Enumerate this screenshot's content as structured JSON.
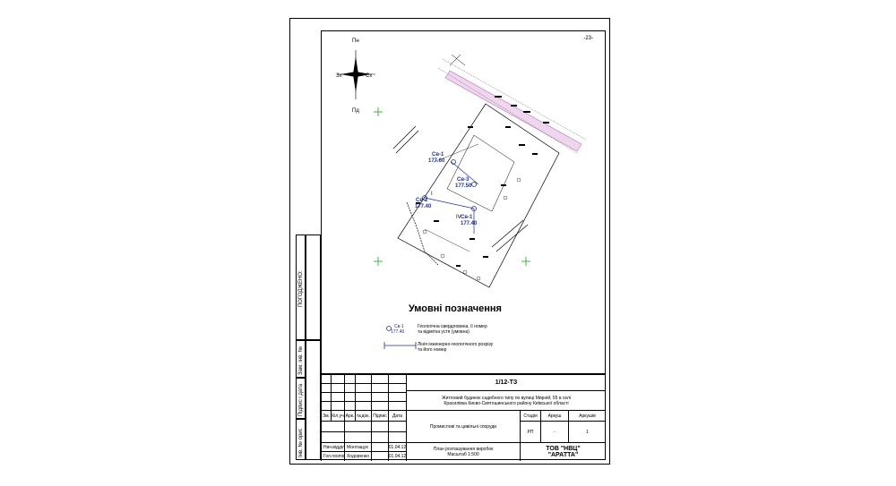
{
  "page_number": "-23-",
  "compass": {
    "north": "Пн",
    "south": "Пд",
    "west": "Зх",
    "east": "Сх"
  },
  "side_labels": {
    "agreed": "ПОГОДЖЕНО:",
    "inv_no": "Інв. № ориг.",
    "sign_date": "Підпис і дата",
    "replace_inv": "Зам. інв. №"
  },
  "boreholes": [
    {
      "label": "Св-1",
      "elev": "177.60"
    },
    {
      "label": "Св-3",
      "elev": "177.50"
    },
    {
      "label": "Св-2",
      "elev": "177.40"
    },
    {
      "label": "Св-1",
      "elev": "177.40"
    }
  ],
  "section_marks": {
    "i": "I",
    "iv": "IV"
  },
  "legend": {
    "title": "Умовні позначення",
    "borehole_label": "Св-1",
    "borehole_elev": "177.40",
    "borehole_desc_1": "Геологічна свердловина, її номер",
    "borehole_desc_2": "та відмітка устя (умовна)",
    "section_desc_1": "Лінія інженерно-геологічного розрізу",
    "section_desc_2": "та його номер"
  },
  "stamp": {
    "code": "1/12-ТЗ",
    "project_1": "Житловий будинок садибного типу по вулиці Мирній, 55 в селі",
    "project_2": "Красилівка Києво-Святошинського району Київської області",
    "headers": {
      "zm": "Зм.",
      "kil": "Кіл.уч",
      "ark": "Арк.",
      "ndok": "№док.",
      "pidpys": "Підпис",
      "data": "Дата"
    },
    "stage_h": "Стадія",
    "sheet_h": "Аркуш",
    "sheets_h": "Аркушів",
    "stage": "РП",
    "sheet": "-",
    "sheets": "1",
    "survey": "Промислові та цивільні споруди",
    "plan_1": "План розташування виробок",
    "plan_2": "Масштаб 1:500",
    "org_1": "ТОВ \"НВЦ\"",
    "org_2": "\"АРАТТА\"",
    "role_1": "Нач.відділу",
    "name_1": "Монтащук",
    "date_1": "01.04.12",
    "role_2": "Гол.геолог",
    "name_2": "Ходоренко",
    "date_2": "01.04.12"
  },
  "colors": {
    "borehole": "#1c2f8f",
    "crosshair": "#1aa31a",
    "road": "#c070c0",
    "ink": "#000000"
  }
}
